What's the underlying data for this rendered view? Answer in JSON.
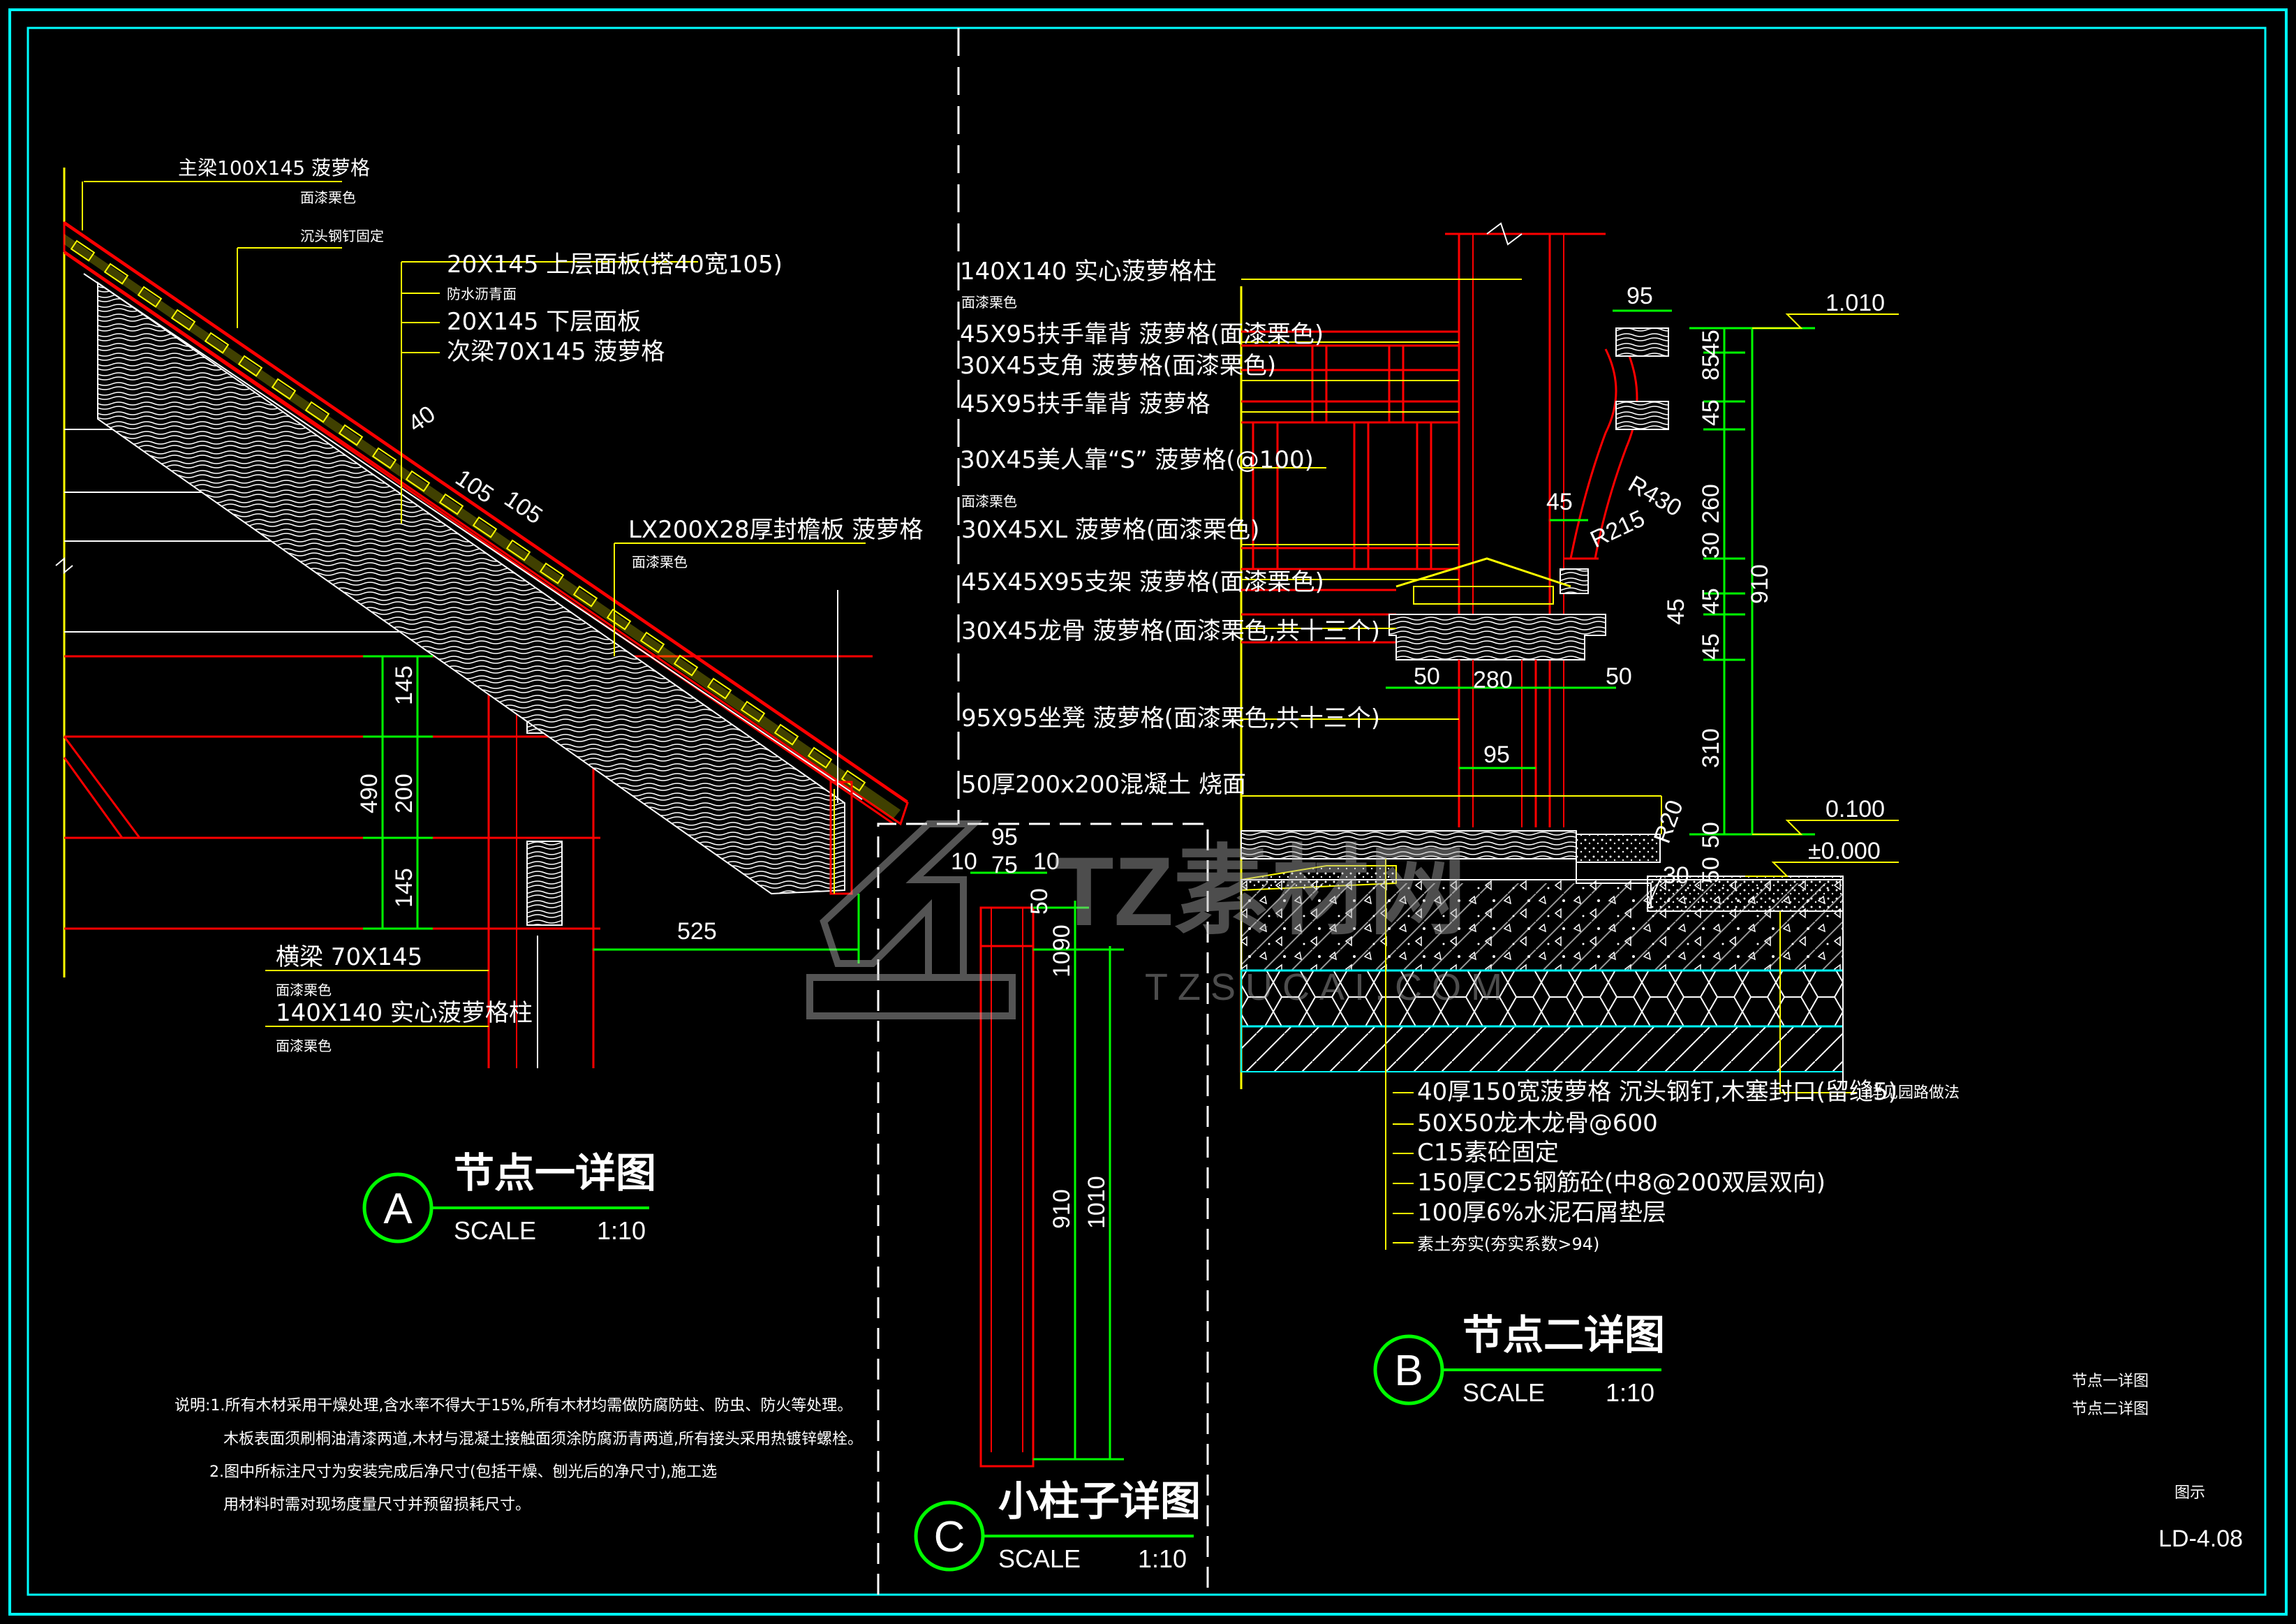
{
  "detail_a": {
    "labels": {
      "main_rafter": "主梁100X145 菠萝格",
      "main_rafter_note": "面漆栗色",
      "nail_note": "沉头钢钉固定",
      "upper_board": "20X145 上层面板(搭40宽105)",
      "waterproof": "防水沥青面",
      "lower_board": "20X145 下层面板",
      "purlin": "次梁70X145 菠萝格",
      "fascia": "LX200X28厚封檐板 菠萝格",
      "fascia_note": "面漆栗色",
      "beam": "横梁 70X145",
      "beam_note": "面漆栗色",
      "column": "140X140 实心菠萝格柱",
      "column_note": "面漆栗色"
    },
    "dims": {
      "d40": "40",
      "d105a": "105",
      "d105b": "105",
      "d145a": "145",
      "d200": "200",
      "d145b": "145",
      "d490": "490",
      "d525": "525"
    },
    "title": {
      "letter": "A",
      "name": "节点一详图",
      "scale_label": "SCALE",
      "scale": "1:10"
    }
  },
  "detail_b": {
    "labels": [
      "140X140 实心菠萝格柱",
      "面漆栗色",
      "45X95扶手靠背 菠萝格(面漆栗色)",
      "30X45支角 菠萝格(面漆栗色)",
      "45X95扶手靠背 菠萝格",
      "30X45美人靠“S” 菠萝格(@100)",
      "面漆栗色",
      "30X45XL 菠萝格(面漆栗色)",
      "45X45X95支架 菠萝格(面漆栗色)",
      "30X45龙骨 菠萝格(面漆栗色,共十三个)",
      "95X95坐凳 菠萝格(面漆栗色,共十三个)",
      "50厚200x200混凝土 烧面"
    ],
    "dims": {
      "d95top": "95",
      "d45a": "45",
      "d85": "85",
      "d45b": "45",
      "r430": "R430",
      "d260": "260",
      "d910": "910",
      "d45c": "45",
      "r215": "R215",
      "d30": "30",
      "d45d": "45",
      "d45e": "45",
      "d45f": "45",
      "d310": "310",
      "d50a": "50",
      "d280": "280",
      "d50b": "50",
      "d95mid": "95",
      "r20": "R20",
      "d50c": "50",
      "d50d": "50",
      "d30b": "30"
    },
    "levels": {
      "l1": "1.010",
      "l2": "0.100",
      "l3": "±0.000"
    },
    "bottom_labels": [
      "40厚150宽菠萝格 沉头钢钉,木塞封口(留缝5)",
      "50X50龙木龙骨@600",
      "C15素砼固定",
      "150厚C25钢筋砼(中8@200双层双向)",
      "100厚6%水泥石屑垫层",
      "素土夯实(夯实系数>94)"
    ],
    "side_note": "详见园路做法",
    "title": {
      "letter": "B",
      "name": "节点二详图",
      "scale_label": "SCALE",
      "scale": "1:10"
    }
  },
  "detail_c": {
    "dims": {
      "d95": "95",
      "d10a": "10",
      "d75": "75",
      "d10b": "10",
      "d50": "50",
      "d1090": "1090",
      "d910": "910",
      "d1010": "1010"
    },
    "title": {
      "letter": "C",
      "name": "小柱子详图",
      "scale_label": "SCALE",
      "scale": "1:10"
    }
  },
  "notes": {
    "line1": "说明:1.所有木材采用干燥处理,含水率不得大于15%,所有木材均需做防腐防蛀、防虫、防火等处理。",
    "line2": "木板表面须刷桐油清漆两道,木材与混凝土接触面须涂防腐沥青两道,所有接头采用热镀锌螺栓。",
    "line3": "2.图中所标注尺寸为安装完成后净尺寸(包括干燥、刨光后的净尺寸),施工选",
    "line4": "用材料时需对现场度量尺寸并预留损耗尺寸。"
  },
  "title_block": {
    "item1": "节点一详图",
    "item2": "节点二详图",
    "label": "图示",
    "drawing_no": "LD-4.08"
  },
  "watermark": {
    "text": "TZ素材网",
    "sub": "TZSUCAI.COM"
  },
  "colors": {
    "frame": "#00ffff",
    "red": "#ff0000",
    "yellow": "#ffff00",
    "green": "#00ff00",
    "white": "#ffffff",
    "background": "#000000"
  }
}
